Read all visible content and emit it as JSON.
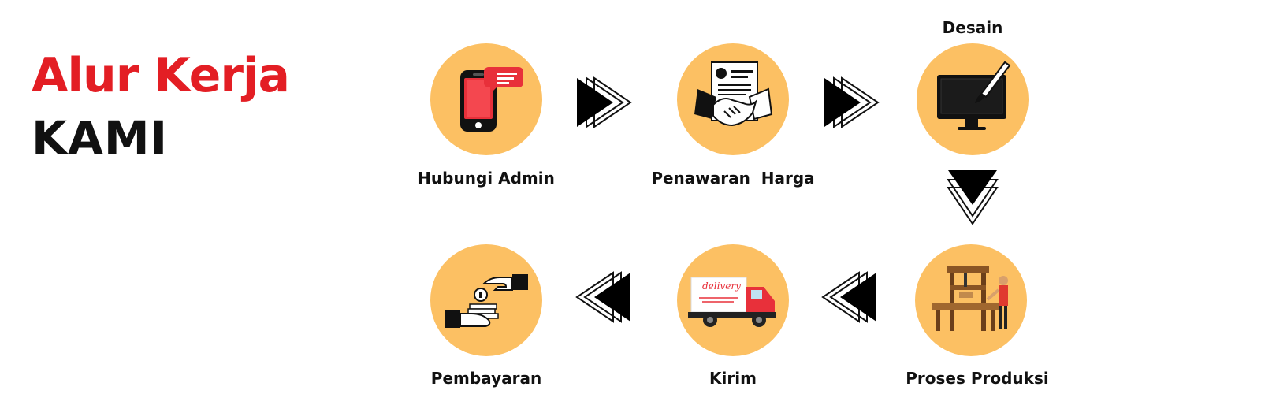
{
  "title": {
    "line1": "Alur Kerja",
    "line2": "KAMI"
  },
  "steps": [
    {
      "label": "Hubungi Admin",
      "icon": "phone-chat-icon"
    },
    {
      "label": "Penawaran  Harga",
      "icon": "handshake-contract-icon"
    },
    {
      "label": "Desain",
      "icon": "monitor-brush-icon"
    },
    {
      "label": "Proses Produksi",
      "icon": "printing-press-icon"
    },
    {
      "label": "Kirim",
      "icon": "delivery-truck-icon",
      "truck_text": "delivery"
    },
    {
      "label": "Pembayaran",
      "icon": "money-hands-icon"
    }
  ],
  "colors": {
    "accent": "#e31e24",
    "circle": "#fcc063",
    "text": "#111111"
  }
}
